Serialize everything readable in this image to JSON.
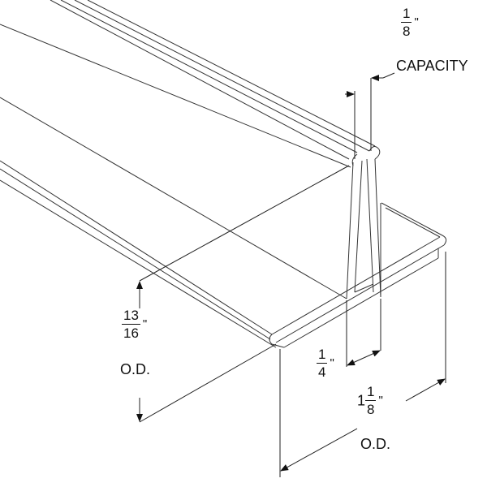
{
  "capacity": {
    "whole": "",
    "numerator": "1",
    "denominator": "8",
    "unit": "\"",
    "caption": "CAPACITY"
  },
  "height_od": {
    "whole": "",
    "numerator": "13",
    "denominator": "16",
    "unit": "\"",
    "caption": "O.D."
  },
  "gap": {
    "whole": "",
    "numerator": "1",
    "denominator": "4",
    "unit": "\""
  },
  "width_od": {
    "whole": "1",
    "numerator": "1",
    "denominator": "8",
    "unit": "\"",
    "caption": "O.D."
  }
}
